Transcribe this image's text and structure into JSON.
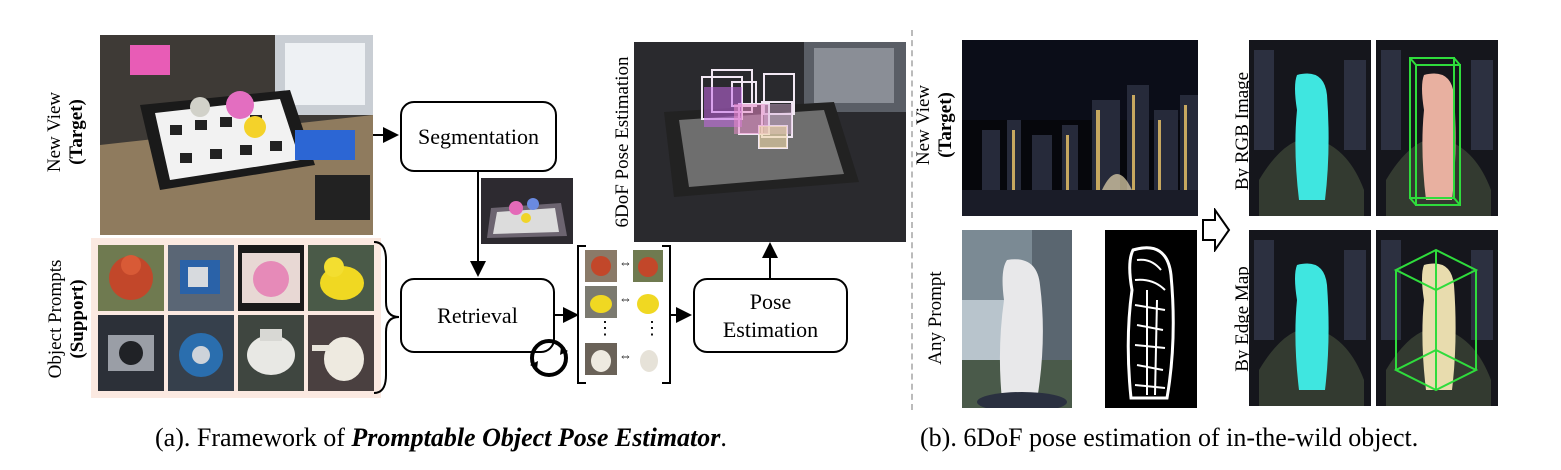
{
  "left_panel": {
    "new_view_label": "New View",
    "new_view_sub": "(Target)",
    "object_prompts_label": "Object Prompts",
    "object_prompts_sub": "(Support)",
    "segmentation": "Segmentation",
    "retrieval": "Retrieval",
    "pose_estimation_line1": "Pose",
    "pose_estimation_line2": "Estimation",
    "pose_result_label": "6DoF Pose Estimation",
    "ellipsis": "⋮",
    "caption_prefix": "(a). Framework of ",
    "caption_emphasis": "Promptable Object Pose Estimator",
    "caption_suffix": "."
  },
  "right_panel": {
    "new_view_label": "New View",
    "new_view_sub": "(Target)",
    "any_prompt_label": "Any Prompt",
    "by_rgb_label": "By RGB Image",
    "by_edge_label": "By Edge Map",
    "caption": "(b). 6DoF pose estimation of in-the-wild object."
  },
  "colors": {
    "prompt_bg": "#fbe9e1",
    "bbox_green": "#2fdc3c",
    "mask_cyan": "#3fe6e0",
    "divider": "#bbbbbb"
  }
}
